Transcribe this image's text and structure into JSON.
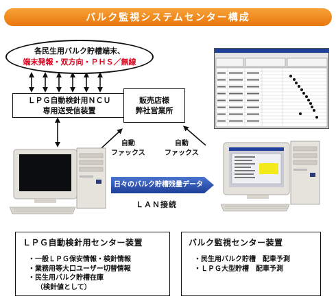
{
  "title": "バルク監視システムセンター構成",
  "terminal": {
    "line1": "各民生用バルク貯槽端末、",
    "line2": "端末発報・双方向・ＰＨＳ／無線"
  },
  "ncu": {
    "line1": "ＬＰＧ自動検針用ＮＣＵ",
    "line2": "専用送受信装置"
  },
  "dealer": {
    "line1": "販売店様",
    "line2": "弊社営業所"
  },
  "fax_left": {
    "line1": "自動",
    "line2": "ファックス"
  },
  "fax_right": {
    "line1": "自動",
    "line2": "ファックス"
  },
  "data_banner": "日々のバルク貯槽残量データ",
  "lan_label": "ＬＡＮ接続",
  "lpg_center": {
    "title": "ＬＰＧ自動検針用センター装置",
    "items": [
      "・一般ＬＰＧ保安情報・検針情報",
      "・業務用等大口ユーザー切替情報",
      "・民生用バルク貯槽在庫",
      "（検針値として）"
    ]
  },
  "bulk_center": {
    "title": "バルク監視センター装置",
    "items": [
      "・民生用バルク貯槽　配車予測",
      "・ＬＰＧ大型貯槽　配車予測"
    ]
  },
  "colors": {
    "banner_orange": "#f08a1e",
    "data_banner_blue": "#2d57b8",
    "alert_red": "#d8001b"
  }
}
